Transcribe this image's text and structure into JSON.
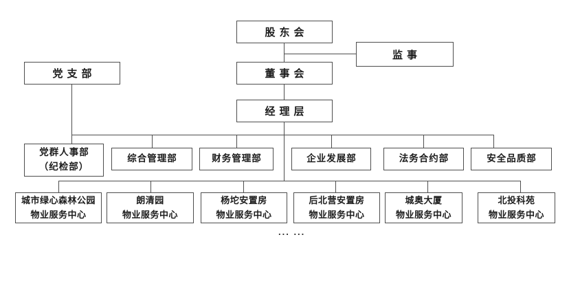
{
  "org_chart": {
    "top": {
      "shareholders": "股东会",
      "supervisor": "监事",
      "board": "董事会",
      "party_branch": "党支部",
      "management": "经理层"
    },
    "departments": [
      {
        "label": "党群人事部\n（纪检部）"
      },
      {
        "label": "综合管理部"
      },
      {
        "label": "财务管理部"
      },
      {
        "label": "企业发展部"
      },
      {
        "label": "法务合约部"
      },
      {
        "label": "安全品质部"
      }
    ],
    "service_centers": [
      {
        "label": "城市绿心森林公园\n物业服务中心"
      },
      {
        "label": "朗清园\n物业服务中心"
      },
      {
        "label": "杨坨安置房\n物业服务中心"
      },
      {
        "label": "后北营安置房\n物业服务中心"
      },
      {
        "label": "城奥大厦\n物业服务中心"
      },
      {
        "label": "北投科苑\n物业服务中心"
      }
    ],
    "ellipsis": "... ...",
    "colors": {
      "line": "#4d4d4d",
      "text": "#1c1c1c",
      "background": "#ffffff"
    }
  }
}
